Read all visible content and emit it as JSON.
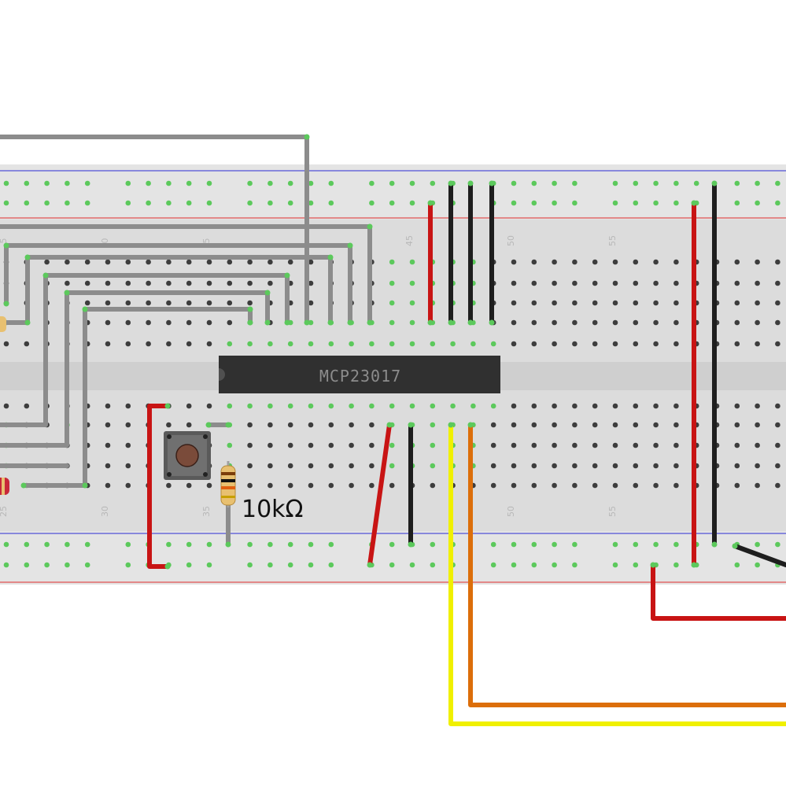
{
  "chip": {
    "label": "MCP23017"
  },
  "resistor": {
    "label": "10kΩ"
  },
  "column_numbers": {
    "top": [
      {
        "text": "5",
        "col": 0
      },
      {
        "text": "0",
        "col": 5
      },
      {
        "text": "5",
        "col": 10
      },
      {
        "text": "45",
        "col": 20
      },
      {
        "text": "50",
        "col": 25
      },
      {
        "text": "55",
        "col": 30
      }
    ],
    "bottom": [
      {
        "text": "25",
        "col": 0
      },
      {
        "text": "30",
        "col": 5
      },
      {
        "text": "35",
        "col": 10
      },
      {
        "text": "50",
        "col": 25
      },
      {
        "text": "55",
        "col": 30
      }
    ]
  },
  "colors": {
    "board": "#dcdcdc",
    "rail": "#e3e3e3",
    "hole": "#3d3d3d",
    "hole_connected": "#5cc95c",
    "rail_red": "#e05050",
    "rail_blue": "#5050d8",
    "wire_gray": "#8c8c8c",
    "wire_red": "#c81414",
    "wire_black": "#1e1e1e",
    "wire_yellow": "#f0f000",
    "wire_orange": "#dc6e0a",
    "chip": "#303030"
  }
}
